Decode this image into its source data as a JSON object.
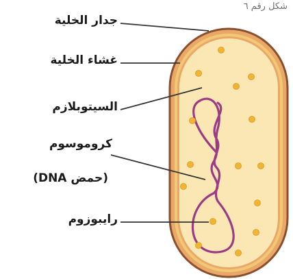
{
  "caption": "شكل رقم ٦",
  "labels": {
    "cell_wall": "جدار الخلية",
    "cell_membrane": "غشاء الخلية",
    "cytoplasm": "السيتوبلازم",
    "chromosome": "كروموسوم",
    "dna": "(حمض DNA)",
    "ribosome": "رايبوزوم"
  },
  "colors": {
    "cell_wall_outline": "#8a4f2c",
    "cell_wall_fill": "#e9a869",
    "cell_membrane": "#f0c26b",
    "cytoplasm_fill": "#fbe7b3",
    "chromosome": "#9b3a85",
    "ribosome": "#f1b433",
    "leader_line": "#333333"
  }
}
